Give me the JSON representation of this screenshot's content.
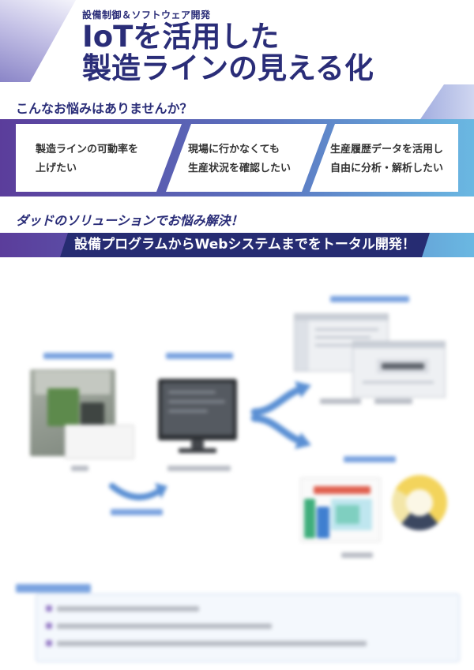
{
  "header": {
    "category": "設備制御＆ソフトウェア開発",
    "title_line1": "IoTを活用した",
    "title_line2": "製造ラインの見える化"
  },
  "problems": {
    "heading": "こんなお悩みはありませんか？",
    "items": [
      {
        "line1": "製造ラインの可動率を",
        "line2": "上げたい"
      },
      {
        "line1": "現場に行かなくても",
        "line2": "生産状況を確認したい"
      },
      {
        "line1": "生産履歴データを活用し",
        "line2": "自由に分析・解析したい"
      }
    ]
  },
  "solution": {
    "heading": "ダッドのソリューションでお悩み解決！",
    "banner": "設備プログラムからWebシステムまでをトータル開発！"
  },
  "colors": {
    "title": "#2a2d78",
    "band_start": "#5b3d9b",
    "band_mid": "#5a72bf",
    "band_end": "#6ab8e2",
    "banner_navy": "#262c72",
    "diagram_blue": "#5b90d4",
    "bullet": "#9a80c8"
  }
}
